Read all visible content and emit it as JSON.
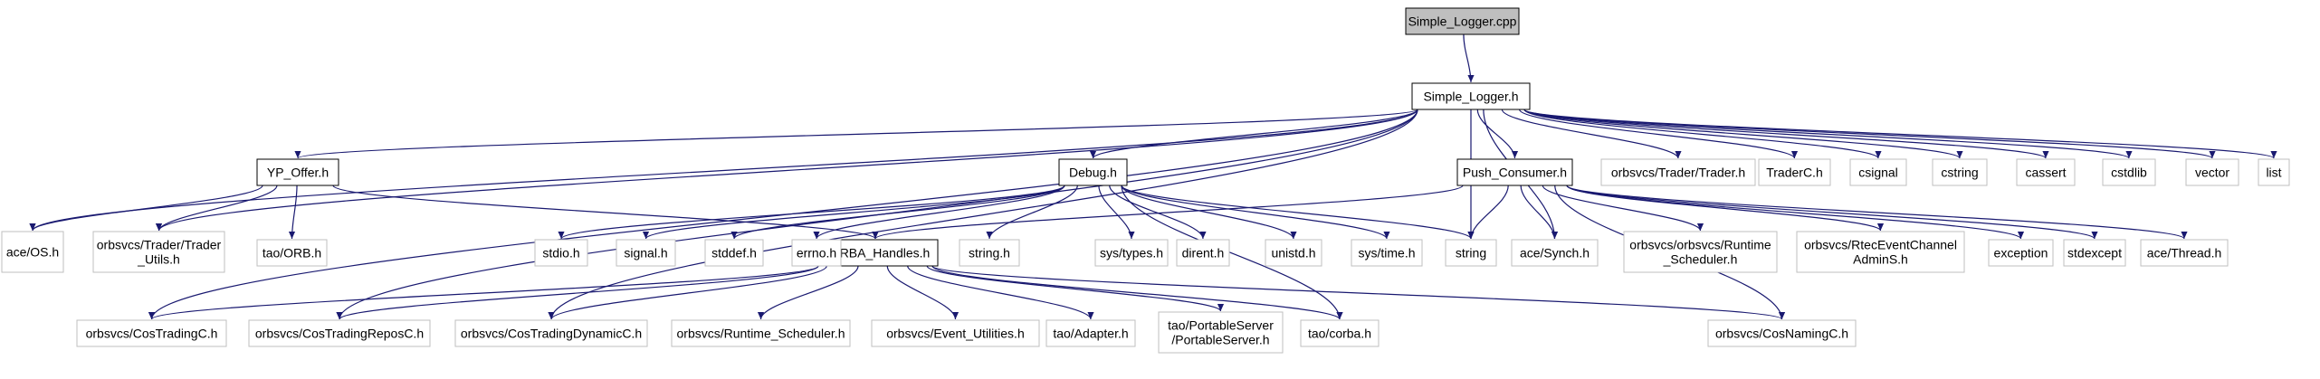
{
  "nodes": {
    "simple_logger_cpp": {
      "lines": [
        "Simple_Logger.cpp"
      ],
      "style": "root"
    },
    "simple_logger_h": {
      "lines": [
        "Simple_Logger.h"
      ],
      "style": "main"
    },
    "yp_offer_h": {
      "lines": [
        "YP_Offer.h"
      ],
      "style": "main"
    },
    "debug_h": {
      "lines": [
        "Debug.h"
      ],
      "style": "main"
    },
    "push_consumer_h": {
      "lines": [
        "Push_Consumer.h"
      ],
      "style": "main"
    },
    "corba_handles_h": {
      "lines": [
        "CORBA_Handles.h"
      ],
      "style": "main"
    },
    "ace_os_h": {
      "lines": [
        "ace/OS.h"
      ],
      "style": "ext"
    },
    "trader_utils_h": {
      "lines": [
        "orbsvcs/Trader/Trader",
        "_Utils.h"
      ],
      "style": "ext"
    },
    "tao_orb_h": {
      "lines": [
        "tao/ORB.h"
      ],
      "style": "ext"
    },
    "stdio_h": {
      "lines": [
        "stdio.h"
      ],
      "style": "ext"
    },
    "signal_h": {
      "lines": [
        "signal.h"
      ],
      "style": "ext"
    },
    "stddef_h": {
      "lines": [
        "stddef.h"
      ],
      "style": "ext"
    },
    "errno_h": {
      "lines": [
        "errno.h"
      ],
      "style": "ext"
    },
    "string_h": {
      "lines": [
        "string.h"
      ],
      "style": "ext"
    },
    "sys_types_h": {
      "lines": [
        "sys/types.h"
      ],
      "style": "ext"
    },
    "dirent_h": {
      "lines": [
        "dirent.h"
      ],
      "style": "ext"
    },
    "unistd_h": {
      "lines": [
        "unistd.h"
      ],
      "style": "ext"
    },
    "sys_time_h": {
      "lines": [
        "sys/time.h"
      ],
      "style": "ext"
    },
    "string": {
      "lines": [
        "string"
      ],
      "style": "ext"
    },
    "ace_synch_h": {
      "lines": [
        "ace/Synch.h"
      ],
      "style": "ext"
    },
    "runtime_scheduler_h": {
      "lines": [
        "orbsvcs/orbsvcs/Runtime",
        "_Scheduler.h"
      ],
      "style": "ext"
    },
    "rtec_admin_h": {
      "lines": [
        "orbsvcs/RtecEventChannel",
        "AdminS.h"
      ],
      "style": "ext"
    },
    "exception": {
      "lines": [
        "exception"
      ],
      "style": "ext"
    },
    "stdexcept": {
      "lines": [
        "stdexcept"
      ],
      "style": "ext"
    },
    "ace_thread_h": {
      "lines": [
        "ace/Thread.h"
      ],
      "style": "ext"
    },
    "trader_trader_h": {
      "lines": [
        "orbsvcs/Trader/Trader.h"
      ],
      "style": "ext"
    },
    "traderc_h": {
      "lines": [
        "TraderC.h"
      ],
      "style": "ext"
    },
    "csignal": {
      "lines": [
        "csignal"
      ],
      "style": "ext"
    },
    "cstring": {
      "lines": [
        "cstring"
      ],
      "style": "ext"
    },
    "cassert": {
      "lines": [
        "cassert"
      ],
      "style": "ext"
    },
    "cstdlib": {
      "lines": [
        "cstdlib"
      ],
      "style": "ext"
    },
    "vector": {
      "lines": [
        "vector"
      ],
      "style": "ext"
    },
    "list": {
      "lines": [
        "list"
      ],
      "style": "ext"
    },
    "cos_trading_c_h": {
      "lines": [
        "orbsvcs/CosTradingC.h"
      ],
      "style": "ext"
    },
    "cos_trading_repos_c_h": {
      "lines": [
        "orbsvcs/CosTradingReposC.h"
      ],
      "style": "ext"
    },
    "cos_trading_dynamic_c_h": {
      "lines": [
        "orbsvcs/CosTradingDynamicC.h"
      ],
      "style": "ext"
    },
    "runtime_scheduler2_h": {
      "lines": [
        "orbsvcs/Runtime_Scheduler.h"
      ],
      "style": "ext"
    },
    "event_utilities_h": {
      "lines": [
        "orbsvcs/Event_Utilities.h"
      ],
      "style": "ext"
    },
    "tao_adapter_h": {
      "lines": [
        "tao/Adapter.h"
      ],
      "style": "ext"
    },
    "portable_server_h": {
      "lines": [
        "tao/PortableServer",
        "/PortableServer.h"
      ],
      "style": "ext"
    },
    "tao_corba_h": {
      "lines": [
        "tao/corba.h"
      ],
      "style": "ext"
    },
    "cos_naming_c_h": {
      "lines": [
        "orbsvcs/CosNamingC.h"
      ],
      "style": "ext"
    }
  },
  "edges": [
    [
      "simple_logger_cpp",
      "simple_logger_h"
    ],
    [
      "simple_logger_h",
      "ace_os_h"
    ],
    [
      "simple_logger_h",
      "trader_utils_h"
    ],
    [
      "simple_logger_h",
      "yp_offer_h"
    ],
    [
      "simple_logger_h",
      "cos_trading_c_h"
    ],
    [
      "simple_logger_h",
      "cos_trading_repos_c_h"
    ],
    [
      "simple_logger_h",
      "cos_trading_dynamic_c_h"
    ],
    [
      "simple_logger_h",
      "debug_h"
    ],
    [
      "simple_logger_h",
      "string"
    ],
    [
      "simple_logger_h",
      "ace_synch_h"
    ],
    [
      "simple_logger_h",
      "push_consumer_h"
    ],
    [
      "simple_logger_h",
      "trader_trader_h"
    ],
    [
      "simple_logger_h",
      "traderc_h"
    ],
    [
      "simple_logger_h",
      "csignal"
    ],
    [
      "simple_logger_h",
      "cstring"
    ],
    [
      "simple_logger_h",
      "cassert"
    ],
    [
      "simple_logger_h",
      "cstdlib"
    ],
    [
      "simple_logger_h",
      "vector"
    ],
    [
      "simple_logger_h",
      "list"
    ],
    [
      "yp_offer_h",
      "ace_os_h"
    ],
    [
      "yp_offer_h",
      "trader_utils_h"
    ],
    [
      "yp_offer_h",
      "tao_orb_h"
    ],
    [
      "yp_offer_h",
      "corba_handles_h"
    ],
    [
      "debug_h",
      "stdio_h"
    ],
    [
      "debug_h",
      "signal_h"
    ],
    [
      "debug_h",
      "stddef_h"
    ],
    [
      "debug_h",
      "errno_h"
    ],
    [
      "debug_h",
      "string_h"
    ],
    [
      "debug_h",
      "sys_types_h"
    ],
    [
      "debug_h",
      "dirent_h"
    ],
    [
      "debug_h",
      "unistd_h"
    ],
    [
      "debug_h",
      "sys_time_h"
    ],
    [
      "debug_h",
      "string"
    ],
    [
      "debug_h",
      "tao_corba_h"
    ],
    [
      "push_consumer_h",
      "corba_handles_h"
    ],
    [
      "push_consumer_h",
      "string"
    ],
    [
      "push_consumer_h",
      "ace_synch_h"
    ],
    [
      "push_consumer_h",
      "runtime_scheduler_h"
    ],
    [
      "push_consumer_h",
      "rtec_admin_h"
    ],
    [
      "push_consumer_h",
      "exception"
    ],
    [
      "push_consumer_h",
      "stdexcept"
    ],
    [
      "push_consumer_h",
      "ace_thread_h"
    ],
    [
      "push_consumer_h",
      "cos_naming_c_h"
    ],
    [
      "corba_handles_h",
      "cos_trading_c_h"
    ],
    [
      "corba_handles_h",
      "cos_trading_repos_c_h"
    ],
    [
      "corba_handles_h",
      "cos_trading_dynamic_c_h"
    ],
    [
      "corba_handles_h",
      "runtime_scheduler2_h"
    ],
    [
      "corba_handles_h",
      "event_utilities_h"
    ],
    [
      "corba_handles_h",
      "tao_adapter_h"
    ],
    [
      "corba_handles_h",
      "portable_server_h"
    ],
    [
      "corba_handles_h",
      "tao_corba_h"
    ],
    [
      "corba_handles_h",
      "cos_naming_c_h"
    ]
  ],
  "colors": {
    "edge": "#191970",
    "root_fill": "#bfbfbf",
    "root_border": "#000000",
    "main_fill": "#ffffff",
    "main_border": "#000000",
    "ext_fill": "#ffffff",
    "ext_border": "#bfbfbf"
  }
}
